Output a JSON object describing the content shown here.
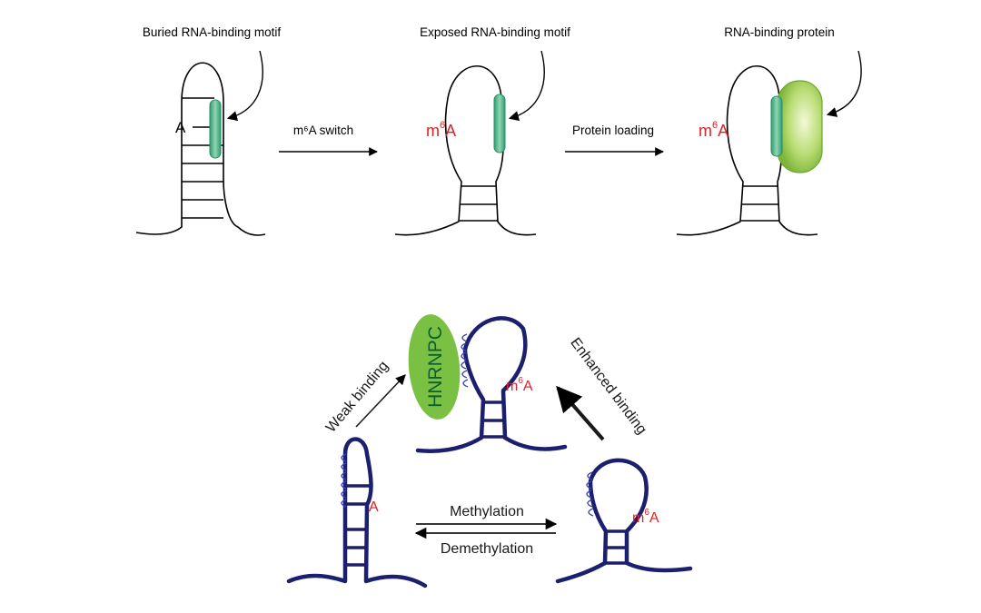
{
  "colors": {
    "accent_red": "#e11f26",
    "rna_top": "#000000",
    "rna_bottom": "#1c1f6e",
    "motif_green": "#4fb58a",
    "protein_green": "#8cc63f",
    "hnrnpc_green": "#7ac143",
    "hnrnpc_text": "#0f5d2e"
  },
  "top_panel": {
    "label_buried": "Buried RNA-binding motif",
    "label_exposed": "Exposed RNA-binding motif",
    "label_protein": "RNA-binding protein",
    "switch_label": "m⁶A switch",
    "loading_label": "Protein loading",
    "base_a": "A",
    "m_prefix": "m",
    "superscript": "6",
    "a_suffix": "A"
  },
  "bottom_panel": {
    "hnrnpc": "HNRNPC",
    "weak_binding": "Weak binding",
    "enhanced_binding": "Enhanced binding",
    "methylation": "Methylation",
    "demethylation": "Demethylation",
    "base_a": "A",
    "m_prefix": "m",
    "superscript": "6",
    "a_suffix": "A"
  }
}
